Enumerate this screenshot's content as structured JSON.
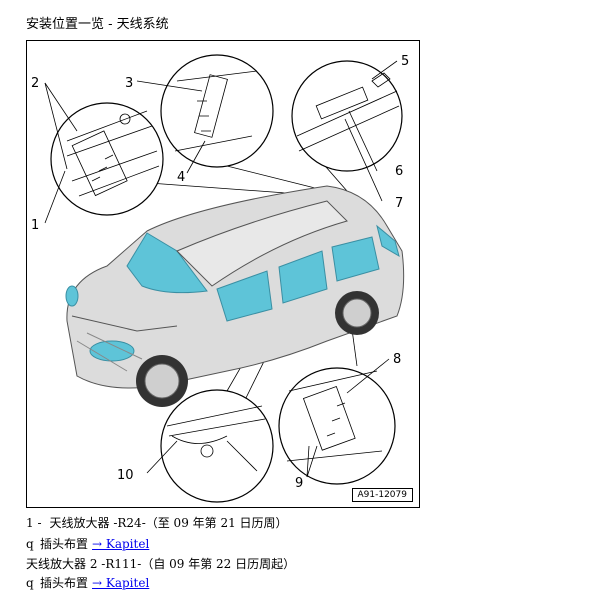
{
  "page": {
    "title": "安装位置一览 - 天线系统"
  },
  "figure": {
    "ref_code": "A91-12079",
    "callouts": [
      "1",
      "2",
      "3",
      "4",
      "5",
      "6",
      "7",
      "8",
      "9",
      "10"
    ],
    "colors": {
      "glass": "#5ec4d8",
      "body": "#dcdcdc",
      "outline": "#000000"
    }
  },
  "legend": [
    {
      "number": "1 -",
      "text": "天线放大器 -R24-（至 09 年第 21 日历周）",
      "bullet": "q",
      "sub_text": "插头布置",
      "link": "→ Kapitel"
    },
    {
      "text": "天线放大器 2 -R111-（自 09 年第 22 日历周起）",
      "bullet": "q",
      "sub_text": "插头布置",
      "link": "→ Kapitel"
    }
  ]
}
